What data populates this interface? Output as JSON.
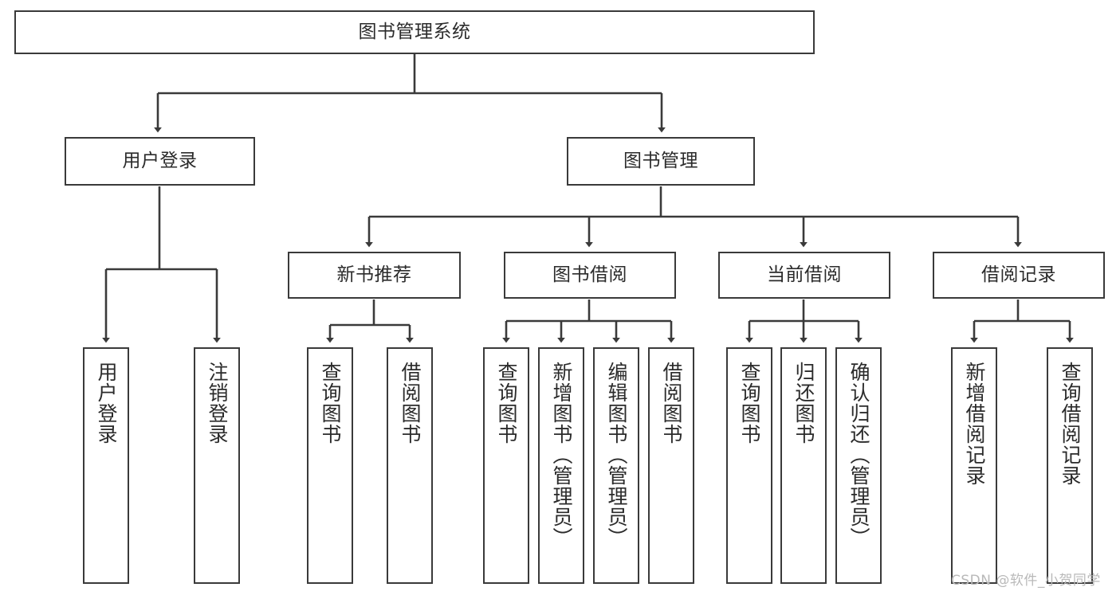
{
  "diagram": {
    "type": "tree-hierarchy-chart",
    "title": "图书管理系统",
    "colors": {
      "background": "#ffffff",
      "node_border": "#3a3a3a",
      "node_fill": "#ffffff",
      "text": "#2b2b2b",
      "edge": "#3a3a3a",
      "watermark": "#b9b9b9"
    },
    "nodes": {
      "root": {
        "label": "图书管理系统",
        "orientation": "horizontal"
      },
      "level1": [
        {
          "id": "user-login",
          "label": "用户登录",
          "orientation": "horizontal"
        },
        {
          "id": "book-management",
          "label": "图书管理",
          "orientation": "horizontal"
        }
      ],
      "level2": [
        {
          "id": "new-book-recommend",
          "label": "新书推荐",
          "orientation": "horizontal"
        },
        {
          "id": "book-borrow",
          "label": "图书借阅",
          "orientation": "horizontal"
        },
        {
          "id": "current-borrow",
          "label": "当前借阅",
          "orientation": "horizontal"
        },
        {
          "id": "borrow-record",
          "label": "借阅记录",
          "orientation": "horizontal"
        }
      ],
      "leaves": [
        {
          "id": "leaf-user-login",
          "parent": "user-login",
          "label": "用户登录",
          "orientation": "vertical"
        },
        {
          "id": "leaf-user-logout",
          "parent": "user-login",
          "label": "注销登录",
          "orientation": "vertical"
        },
        {
          "id": "leaf-query-book-1",
          "parent": "new-book-recommend",
          "label": "查询图书",
          "orientation": "vertical"
        },
        {
          "id": "leaf-borrow-book-1",
          "parent": "new-book-recommend",
          "label": "借阅图书",
          "orientation": "vertical"
        },
        {
          "id": "leaf-query-book-2",
          "parent": "book-borrow",
          "label": "查询图书",
          "orientation": "vertical"
        },
        {
          "id": "leaf-add-book",
          "parent": "book-borrow",
          "label": "新增图书（管理员）",
          "orientation": "vertical"
        },
        {
          "id": "leaf-edit-book",
          "parent": "book-borrow",
          "label": "编辑图书（管理员）",
          "orientation": "vertical"
        },
        {
          "id": "leaf-borrow-book-2",
          "parent": "book-borrow",
          "label": "借阅图书",
          "orientation": "vertical"
        },
        {
          "id": "leaf-query-book-3",
          "parent": "current-borrow",
          "label": "查询图书",
          "orientation": "vertical"
        },
        {
          "id": "leaf-return-book",
          "parent": "current-borrow",
          "label": "归还图书",
          "orientation": "vertical"
        },
        {
          "id": "leaf-confirm-return",
          "parent": "current-borrow",
          "label": "确认归还（管理员）",
          "orientation": "vertical"
        },
        {
          "id": "leaf-add-record",
          "parent": "borrow-record",
          "label": "新增借阅记录",
          "orientation": "vertical"
        },
        {
          "id": "leaf-query-record",
          "parent": "borrow-record",
          "label": "查询借阅记录",
          "orientation": "vertical"
        }
      ]
    },
    "watermark": "CSDN @软件_小贺同学"
  }
}
